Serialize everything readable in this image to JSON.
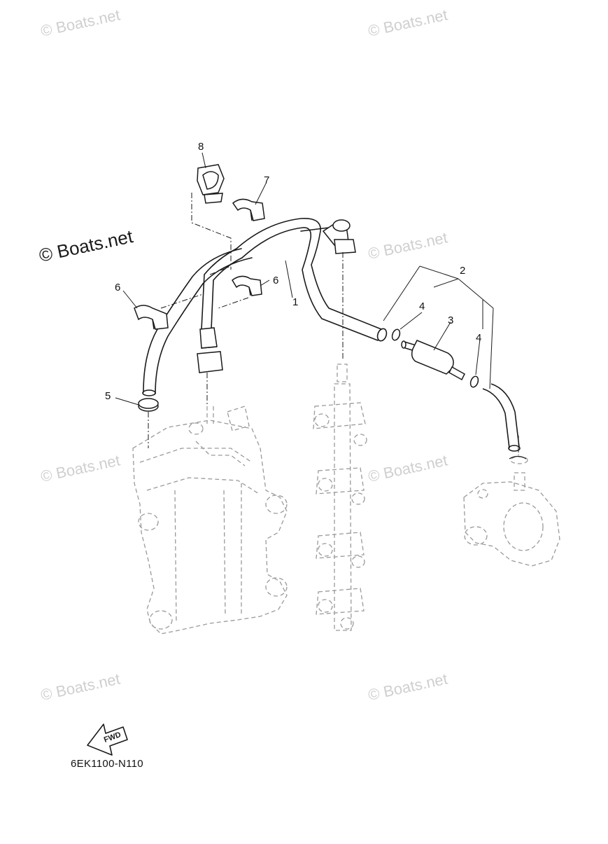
{
  "watermark": {
    "text": "© Boats.net"
  },
  "diagram_code": "6EK1100-N110",
  "fwd_label": "FWD",
  "callouts": {
    "c1": "1",
    "c2": "2",
    "c3": "3",
    "c4a": "4",
    "c4b": "4",
    "c5": "5",
    "c6a": "6",
    "c6b": "6",
    "c7": "7",
    "c8": "8"
  },
  "colors": {
    "line": "#1a1a1a",
    "phantom": "#9a9a9a",
    "watermark": "#cfcfcf"
  }
}
